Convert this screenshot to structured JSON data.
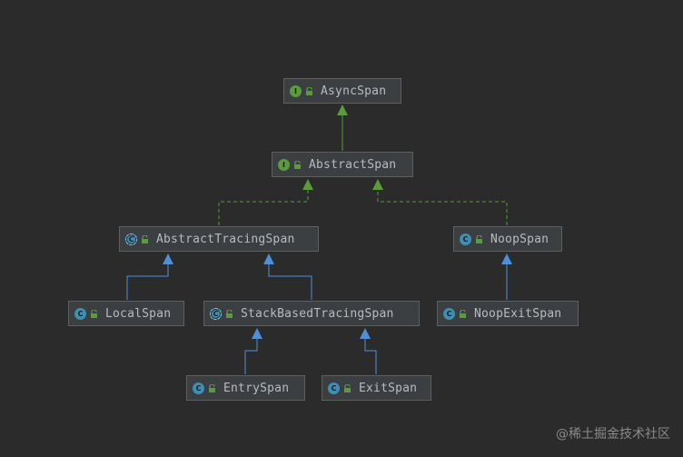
{
  "nodes": {
    "async_span": {
      "label": "AsyncSpan",
      "kind": "interface",
      "badge": "I"
    },
    "abstract_span": {
      "label": "AbstractSpan",
      "kind": "interface",
      "badge": "I"
    },
    "abstract_tracing_span": {
      "label": "AbstractTracingSpan",
      "kind": "abstract-class",
      "badge": "C"
    },
    "noop_span": {
      "label": "NoopSpan",
      "kind": "class",
      "badge": "C"
    },
    "local_span": {
      "label": "LocalSpan",
      "kind": "class",
      "badge": "C"
    },
    "stack_based_tracing_span": {
      "label": "StackBasedTracingSpan",
      "kind": "abstract-class",
      "badge": "C"
    },
    "noop_exit_span": {
      "label": "NoopExitSpan",
      "kind": "class",
      "badge": "C"
    },
    "entry_span": {
      "label": "EntrySpan",
      "kind": "class",
      "badge": "C"
    },
    "exit_span": {
      "label": "ExitSpan",
      "kind": "class",
      "badge": "C"
    }
  },
  "edges": [
    {
      "from": "abstract_span",
      "to": "async_span",
      "type": "extends"
    },
    {
      "from": "abstract_tracing_span",
      "to": "abstract_span",
      "type": "implements"
    },
    {
      "from": "noop_span",
      "to": "abstract_span",
      "type": "implements"
    },
    {
      "from": "local_span",
      "to": "abstract_tracing_span",
      "type": "extends"
    },
    {
      "from": "stack_based_tracing_span",
      "to": "abstract_tracing_span",
      "type": "extends"
    },
    {
      "from": "noop_exit_span",
      "to": "noop_span",
      "type": "extends"
    },
    {
      "from": "entry_span",
      "to": "stack_based_tracing_span",
      "type": "extends"
    },
    {
      "from": "exit_span",
      "to": "stack_based_tracing_span",
      "type": "extends"
    }
  ],
  "colors": {
    "background": "#2b2b2b",
    "node_fill": "#3c3f41",
    "interface_edge": "#5a9c3c",
    "class_edge": "#4f8fd8",
    "interface_badge": "#5a9c3c",
    "class_badge": "#3d8fb5"
  },
  "watermark": "@稀土掘金技术社区"
}
